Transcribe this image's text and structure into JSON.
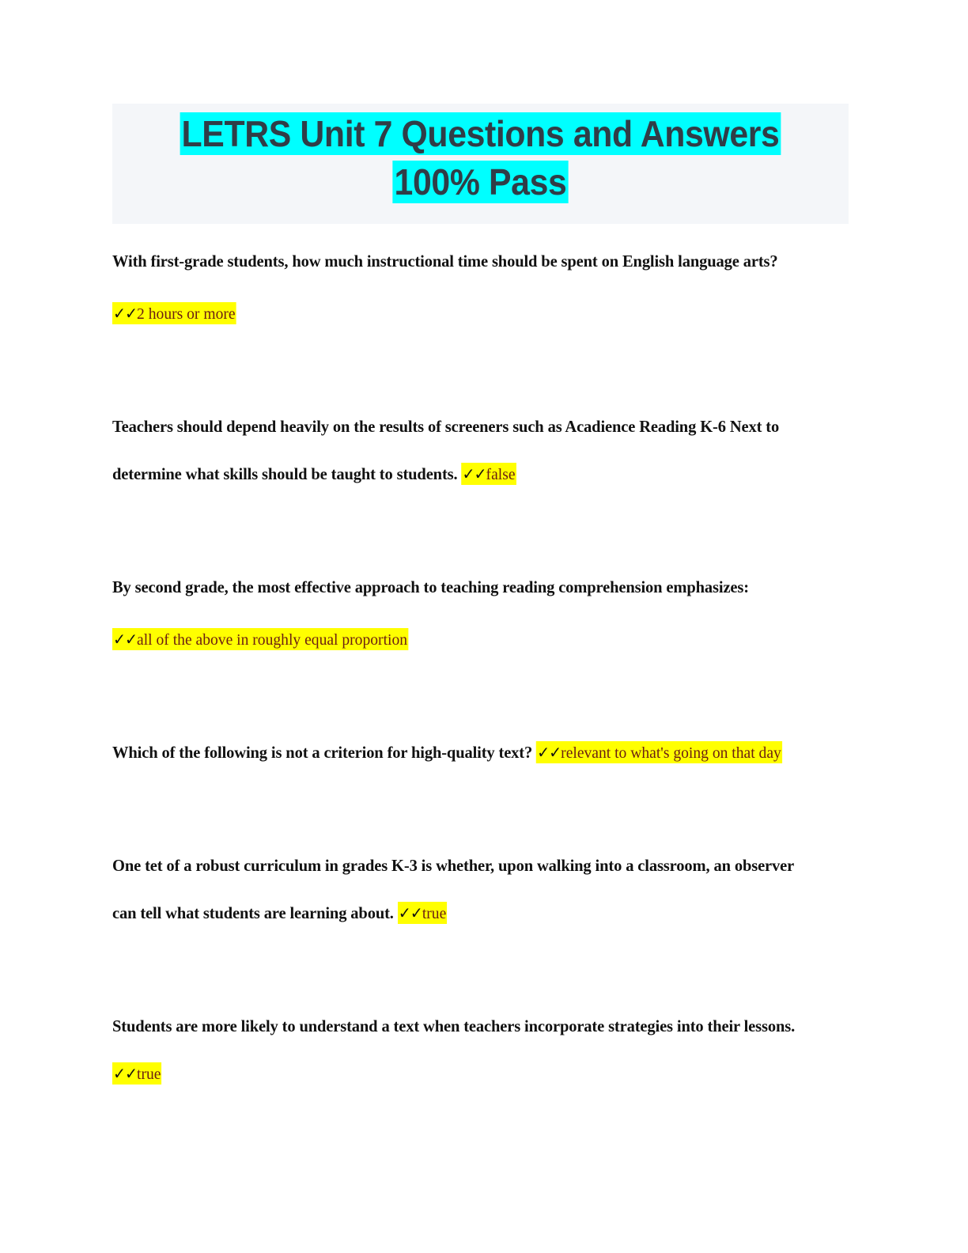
{
  "document": {
    "title_line_1": "LETRS Unit 7 Questions and Answers",
    "title_line_2": "100% Pass",
    "highlight_color": "#00ffff",
    "header_background": "#f4f6f9",
    "title_color": "#303d47",
    "answer_highlight_color": "#ffff00",
    "answer_text_color": "#6b1e12",
    "check_glyph": "✓✓"
  },
  "qa": [
    {
      "question": "With first-grade students, how much instructional time should be spent on English language arts?",
      "answer": "2 hours or more",
      "answer_inline": false
    },
    {
      "question": "Teachers should depend heavily on the results of screeners such as Acadience Reading K-6 Next to determine what skills should be taught to students.",
      "answer": "false",
      "answer_inline": true
    },
    {
      "question": "By second grade, the most effective approach to teaching reading comprehension emphasizes:",
      "answer": "all of the above in roughly equal proportion",
      "answer_inline": false
    },
    {
      "question": "Which of the following is not a criterion for high-quality text?",
      "answer": "relevant to what's going on that day",
      "answer_inline": true
    },
    {
      "question": "One tet of a robust curriculum in grades K-3 is whether, upon walking into a classroom, an observer can tell what students are learning about.",
      "answer": "true",
      "answer_inline": true
    },
    {
      "question": "Students are more likely to understand a text when teachers incorporate strategies into their lessons.",
      "answer": "true",
      "answer_inline": true
    }
  ]
}
